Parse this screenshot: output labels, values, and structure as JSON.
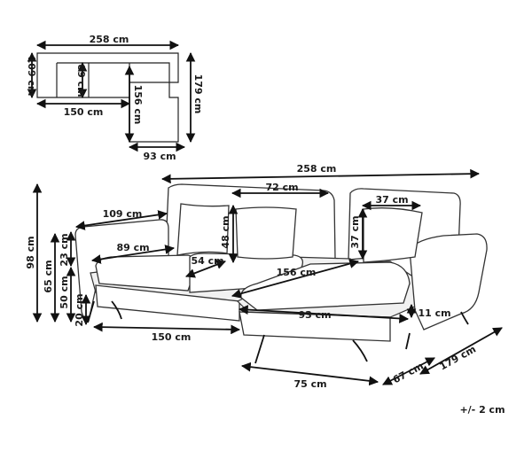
{
  "labels": {
    "plan_width": "258 cm",
    "plan_depth_left": "109 cm",
    "plan_inner_depth": "89 cm",
    "plan_chaise_inner": "156 cm",
    "plan_chaise_total": "179 cm",
    "plan_seat_width": "150 cm",
    "plan_chaise_width": "93 cm",
    "total_width": "258 cm",
    "back_width": "72 cm",
    "chaise_back_width": "37 cm",
    "side_depth": "109 cm",
    "total_height": "98 cm",
    "back_cushion_height": "48 cm",
    "chaise_cushion_height": "37 cm",
    "arm_height": "65 cm",
    "arm_rest": "23 cm",
    "seat_height": "50 cm",
    "leg_height": "20 cm",
    "seat_depth": "89 cm",
    "seat_cushion_depth": "54 cm",
    "chaise_seat_length": "156 cm",
    "chaise_inner_width": "93 cm",
    "chaise_arm_height": "11 cm",
    "main_width": "150 cm",
    "chaise_width": "75 cm",
    "chaise_depth": "67 cm",
    "chaise_total": "179 cm",
    "tolerance": "+/- 2 cm"
  }
}
